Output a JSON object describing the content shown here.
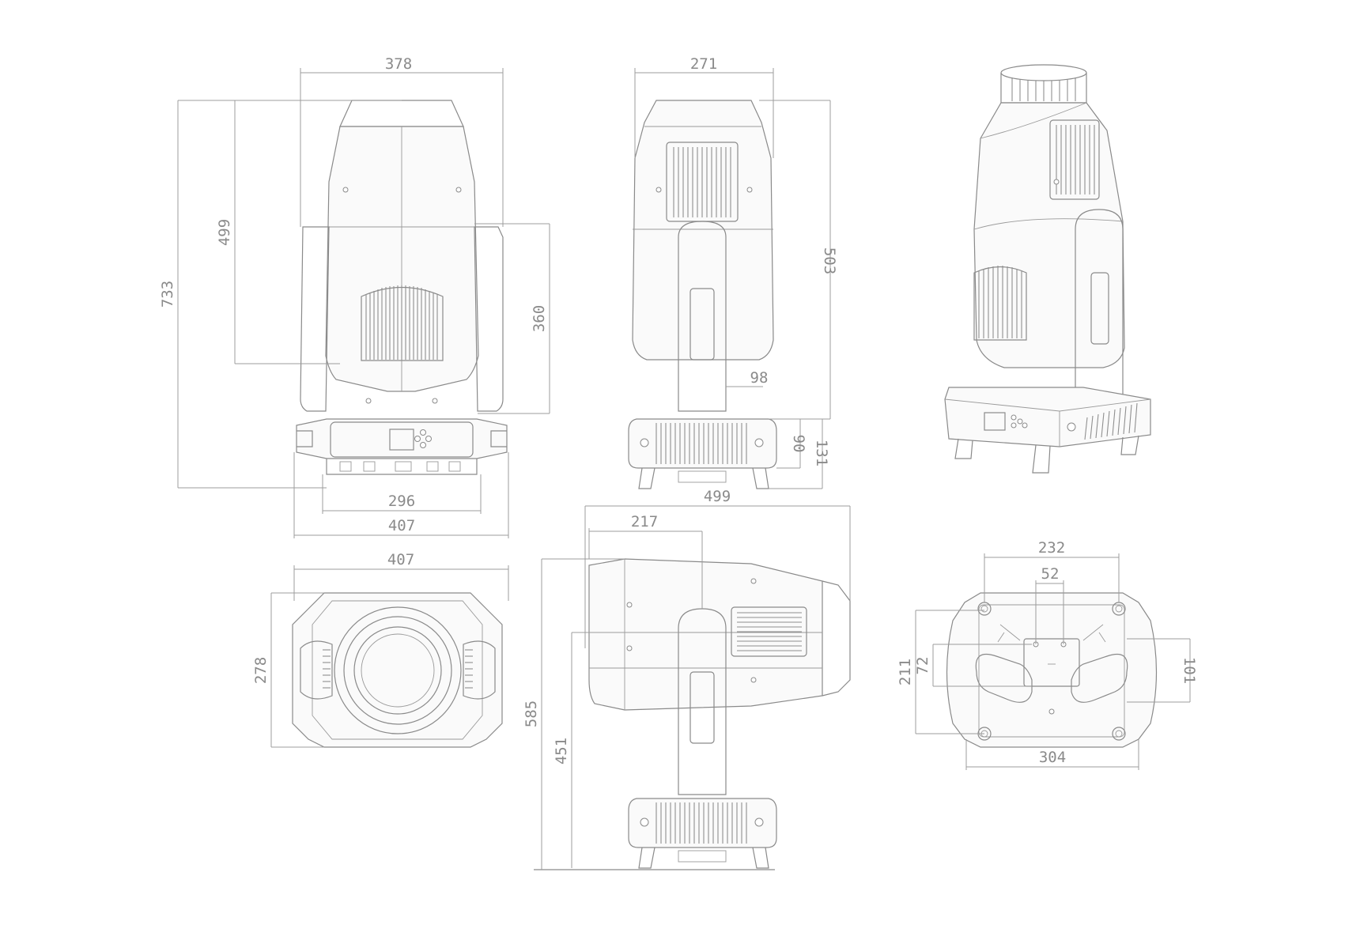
{
  "dimensions": {
    "front_top_width": "378",
    "front_body_height": "499",
    "front_overall_height": "733",
    "front_yoke_height": "360",
    "front_base_inner_width": "296",
    "front_base_outer_width": "407",
    "side_width": "271",
    "side_height": "503",
    "side_yoke_width": "98",
    "side_base_height": "90",
    "side_base_total": "131",
    "top_width": "407",
    "top_depth": "278",
    "tilt_length": "499",
    "tilt_head_offset": "217",
    "tilt_overall_height": "585",
    "tilt_pivot_height": "451",
    "bottom_width_top": "232",
    "bottom_center": "52",
    "bottom_depth": "211",
    "bottom_inner": "72",
    "bottom_side": "101",
    "bottom_width": "304"
  }
}
